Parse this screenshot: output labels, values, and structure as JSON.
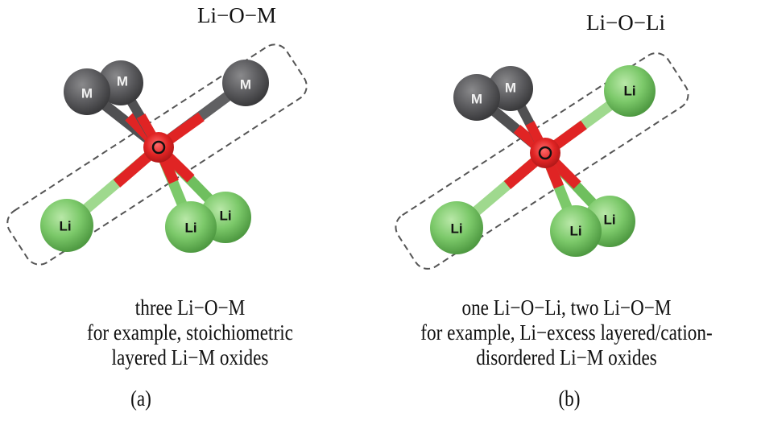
{
  "panels": [
    {
      "id": "a",
      "title": "Li−O−M",
      "highlighted_bond": "Li−O−M",
      "center_atom": "O",
      "atoms": {
        "m1": "M",
        "m2": "M",
        "m3": "M",
        "li1": "Li",
        "li2": "Li",
        "li3": "Li"
      },
      "caption": [
        "three Li−O−M",
        "for example, stoichiometric",
        "layered Li−M oxides"
      ],
      "label": "(a)"
    },
    {
      "id": "b",
      "title": "Li−O−Li",
      "highlighted_bond": "Li−O−Li",
      "center_atom": "O",
      "atoms": {
        "m1": "M",
        "m2": "M",
        "li_top": "Li",
        "li1": "Li",
        "li2": "Li",
        "li3": "Li"
      },
      "caption": [
        "one Li−O−Li, two Li−O−M",
        "for example, Li−excess layered/cation-",
        "disordered Li−M oxides"
      ],
      "label": "(b)"
    }
  ],
  "colors": {
    "oxygen": "#e02424",
    "metal": "#5a5a5c",
    "lithium": "#7cc96a",
    "box": "#555555"
  }
}
